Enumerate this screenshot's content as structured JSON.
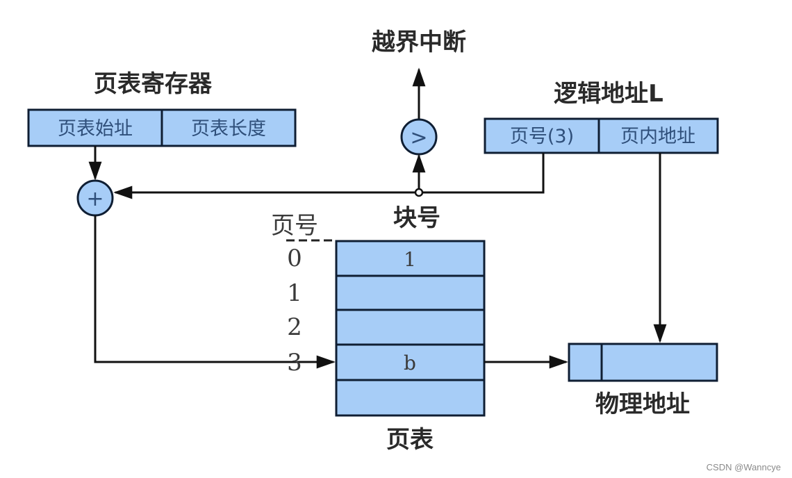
{
  "colors": {
    "box_fill": "#a7cdf7",
    "stroke": "#0f1e33",
    "line": "#111111",
    "text": "#2a2a2a",
    "cell_text": "#2f4f7a"
  },
  "labels": {
    "overflow_interrupt": "越界中断",
    "page_table_register": "页表寄存器",
    "logical_address": "逻辑地址L",
    "block_number": "块号",
    "page_number": "页号",
    "page_table": "页表",
    "physical_address": "物理地址"
  },
  "page_table_register": {
    "fields": [
      "页表始址",
      "页表长度"
    ]
  },
  "logical_address": {
    "fields": [
      "页号(3)",
      "页内地址"
    ]
  },
  "operators": {
    "compare": ">",
    "add": "+"
  },
  "page_table": {
    "indices": [
      "0",
      "1",
      "2",
      "3"
    ],
    "entries": [
      "1",
      "",
      "",
      "b",
      ""
    ]
  },
  "watermark": "CSDN @Wanncye"
}
